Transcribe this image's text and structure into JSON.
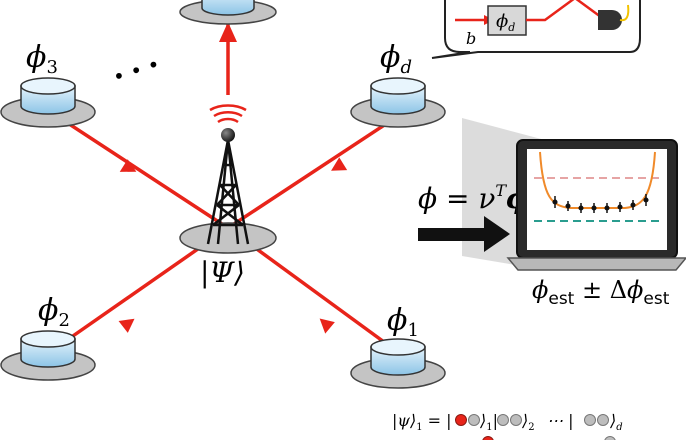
{
  "nodes": [
    {
      "id": "top",
      "label": ""
    },
    {
      "id": "phi3",
      "label_main": "ϕ",
      "label_sub": "3"
    },
    {
      "id": "phid",
      "label_main": "ϕ",
      "label_sub": "d"
    },
    {
      "id": "phi2",
      "label_main": "ϕ",
      "label_sub": "2"
    },
    {
      "id": "phi1",
      "label_main": "ϕ",
      "label_sub": "1"
    }
  ],
  "center_label": "|Ψ⟩",
  "ellipsis": "• • •",
  "inset": {
    "phase_label_main": "ϕ",
    "phase_label_sub": "d",
    "path_label": "b"
  },
  "equation": {
    "lhs": "ϕ",
    "eq": " = ",
    "nu": "ν",
    "sup": "T",
    "phi_bold": "ϕ"
  },
  "estimate": {
    "main": "ϕ",
    "sub": "est",
    "pm": " ± Δ",
    "main2": "ϕ",
    "sub2": "est"
  },
  "state_line": {
    "prefix": "|ψ⟩",
    "prefix_sub": "1",
    "eq": " = |",
    "k1_sub": "1",
    "k2_sub": "2",
    "dots": "⋯",
    "kd_sub": "d"
  },
  "colors": {
    "arrow_red": "#e8241a",
    "disk_blue": "#c6e4f5",
    "platform_gray": "#bdbdbd",
    "curve_orange": "#f08a2a",
    "dash_pink": "#e6a4a4",
    "dash_teal": "#2a9d8f"
  },
  "chart_series_note": ""
}
